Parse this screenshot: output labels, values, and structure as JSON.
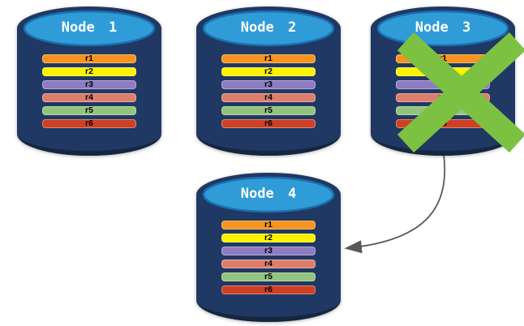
{
  "colors": {
    "background": "#ffffff",
    "cylinder_body": "#203864",
    "cylinder_bottom_shade": "#15273f",
    "cylinder_top": "#2f9cd8",
    "cylinder_top_border": "#1a6fae",
    "title_text": "#ffffff",
    "bar_text": "#000000",
    "failure_x": "#7cc142",
    "arrow": "#595959"
  },
  "replicas": [
    {
      "label": "r1",
      "color": "#f7941e"
    },
    {
      "label": "r2",
      "color": "#fff200"
    },
    {
      "label": "r3",
      "color": "#8e7cc3"
    },
    {
      "label": "r4",
      "color": "#dd7e6b"
    },
    {
      "label": "r5",
      "color": "#93c47d"
    },
    {
      "label": "r6",
      "color": "#cc4125"
    }
  ],
  "nodes": [
    {
      "title": "Node 1",
      "failed": false
    },
    {
      "title": "Node 2",
      "failed": false
    },
    {
      "title": "Node 3",
      "failed": true
    },
    {
      "title": "Node 4",
      "failed": false
    }
  ],
  "arrow": {
    "from": "Node 3",
    "to": "Node 4"
  }
}
